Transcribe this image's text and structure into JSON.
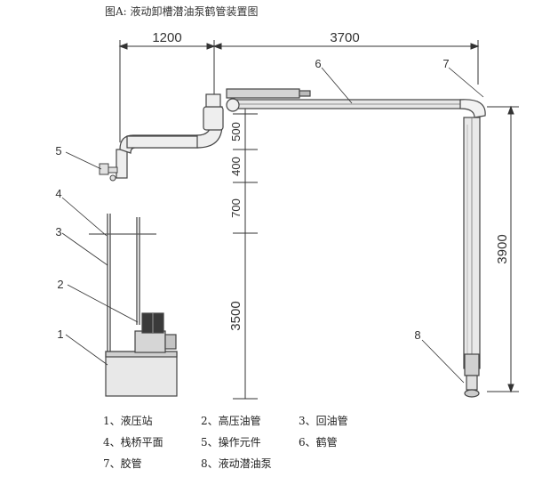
{
  "title": "图A: 液动卸槽潜油泵鹤管装置图",
  "dimensions": {
    "top_left": "1200",
    "top_right": "3700",
    "v1": "500",
    "v2": "400",
    "v3": "700",
    "v4": "3500",
    "right": "3900"
  },
  "callouts": [
    "1",
    "2",
    "3",
    "4",
    "5",
    "6",
    "7",
    "8"
  ],
  "legend": [
    [
      "1、液压站",
      "2、高压油管",
      "3、回油管"
    ],
    [
      "4、栈桥平面",
      "5、操作元件",
      "6、鹤管"
    ],
    [
      "7、胶管",
      "8、液动潜油泵",
      ""
    ]
  ],
  "colors": {
    "line": "#333333",
    "pipe": "#e8e8e8",
    "accent": "#555555"
  }
}
